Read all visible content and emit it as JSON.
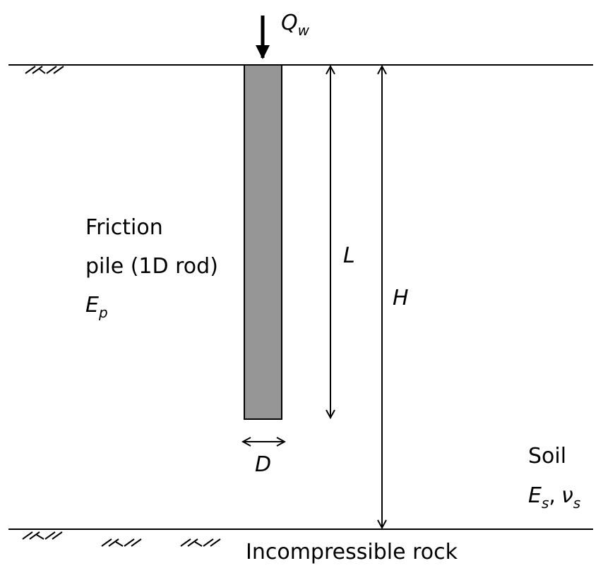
{
  "diagram": {
    "load": {
      "symbol": "Q",
      "subscript": "w"
    },
    "pile": {
      "label_line1": "Friction",
      "label_line2": "pile (1D rod)",
      "modulus_symbol": "E",
      "modulus_subscript": "p",
      "fill_color": "#969696"
    },
    "dimensions": {
      "pile_length": "L",
      "layer_thickness": "H",
      "pile_diameter": "D"
    },
    "soil": {
      "label": "Soil",
      "modulus_symbol": "E",
      "modulus_subscript": "s",
      "separator": ",",
      "poisson_symbol": "ν",
      "poisson_subscript": "s"
    },
    "base": {
      "label": "Incompressible rock"
    },
    "colors": {
      "line": "#000000",
      "background": "#ffffff"
    }
  }
}
